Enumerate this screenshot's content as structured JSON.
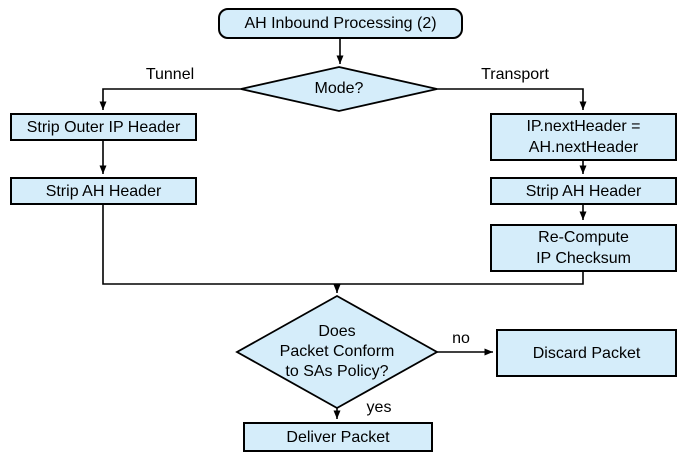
{
  "colors": {
    "background": "#ffffff",
    "node_fill": "#d5edfa",
    "node_border": "#000000",
    "connector": "#000000",
    "text": "#000000"
  },
  "nodes": {
    "start": {
      "label": "AH Inbound Processing (2)"
    },
    "mode_decision": {
      "label": "Mode?"
    },
    "strip_outer_ip": {
      "label": "Strip Outer IP Header"
    },
    "strip_ah_tunnel": {
      "label": "Strip AH Header"
    },
    "set_next_header": {
      "line1": "IP.nextHeader =",
      "line2": "AH.nextHeader"
    },
    "strip_ah_transport": {
      "label": "Strip AH Header"
    },
    "recompute_checksum": {
      "line1": "Re-Compute",
      "line2": "IP Checksum"
    },
    "policy_decision": {
      "line1": "Does",
      "line2": "Packet Conform",
      "line3": "to SAs Policy?"
    },
    "discard": {
      "label": "Discard Packet"
    },
    "deliver": {
      "label": "Deliver Packet"
    }
  },
  "edge_labels": {
    "tunnel": "Tunnel",
    "transport": "Transport",
    "no": "no",
    "yes": "yes"
  }
}
